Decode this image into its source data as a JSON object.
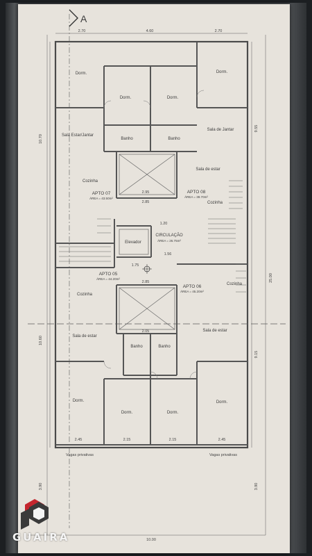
{
  "plan": {
    "section_letter": "A",
    "top_dims": [
      "2.70",
      "4.60",
      "2.70"
    ],
    "total_width": "10.00",
    "total_depth": "25.00",
    "rooms": [
      {
        "id": "dorm-tl",
        "label": "Dorm."
      },
      {
        "id": "dorm-tm1",
        "label": "Dorm."
      },
      {
        "id": "dorm-tm2",
        "label": "Dorm."
      },
      {
        "id": "dorm-tr",
        "label": "Dorm."
      },
      {
        "id": "banho-t1",
        "label": "Banho"
      },
      {
        "id": "banho-t2",
        "label": "Banho"
      },
      {
        "id": "sala-estar-jantar",
        "label": "Sala Estar/Jantar"
      },
      {
        "id": "sala-jantar",
        "label": "Sala de Jantar"
      },
      {
        "id": "sala-estar-r",
        "label": "Sala de estar"
      },
      {
        "id": "cozinha-l",
        "label": "Cozinha"
      },
      {
        "id": "cozinha-r",
        "label": "Cozinha"
      },
      {
        "id": "elevador",
        "label": "Elevador"
      },
      {
        "id": "circulacao",
        "label": "CIRCULAÇÃO"
      },
      {
        "id": "cozinha-bl",
        "label": "Cozinha"
      },
      {
        "id": "cozinha-br",
        "label": "Cozinha"
      },
      {
        "id": "sala-estar-bl",
        "label": "Sala de estar"
      },
      {
        "id": "sala-estar-br",
        "label": "Sala de estar"
      },
      {
        "id": "banho-b1",
        "label": "Banho"
      },
      {
        "id": "banho-b2",
        "label": "Banho"
      },
      {
        "id": "dorm-bl",
        "label": "Dorm."
      },
      {
        "id": "dorm-bm1",
        "label": "Dorm."
      },
      {
        "id": "dorm-bm2",
        "label": "Dorm."
      },
      {
        "id": "dorm-br",
        "label": "Dorm."
      }
    ],
    "apartments": [
      {
        "name": "APTO 07",
        "area": "ÁREA = 43.50m²"
      },
      {
        "name": "APTO 08",
        "area": "ÁREA = 39.70m²"
      },
      {
        "name": "APTO 05",
        "area": "ÁREA = 44.20m²"
      },
      {
        "name": "APTO 06",
        "area": "ÁREA = 45.20m²"
      }
    ],
    "circulation_area": "ÁREA = 26.75m²",
    "side_dims_left": [
      "10.70",
      "10.60",
      "3.90"
    ],
    "side_dims_right": [
      "9.55",
      "9.15",
      "3.90"
    ],
    "overall_right": "25.00",
    "mid_dims": [
      "2.95",
      "2.85",
      "1.75",
      "1.20",
      "1.56",
      "2.85",
      "2.05"
    ],
    "bottom_room_dims": [
      "2.45",
      "2.15",
      "2.15",
      "2.45"
    ],
    "bottom_notes": [
      "Vagas privativas",
      "Vagas privativas"
    ]
  },
  "brand": {
    "name": "GUAIRA",
    "colors": {
      "red": "#c4262e",
      "dark": "#3a3a3a",
      "white": "#f4f4f4"
    }
  }
}
